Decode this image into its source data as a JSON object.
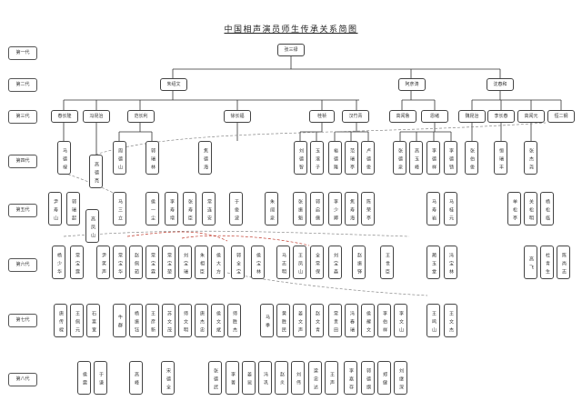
{
  "title": "中国相声演员师生传承关系简图",
  "generations": [
    "第一代",
    "第二代",
    "第三代",
    "第四代",
    "第五代",
    "第六代",
    "第七代",
    "第八代"
  ],
  "gen1": [
    {
      "name": "张三禄"
    }
  ],
  "gen2": [
    {
      "name": "朱绍文"
    },
    {
      "name": "阿彦涛"
    },
    {
      "name": "沈春和"
    }
  ],
  "gen3": [
    {
      "name": "春长隆"
    },
    {
      "name": "冯昆治"
    },
    {
      "name": "范长利"
    },
    {
      "name": "徐长福"
    },
    {
      "name": "桂祯"
    },
    {
      "name": "汉竹青"
    },
    {
      "name": "恩绪"
    },
    {
      "name": "高闻鲁"
    },
    {
      "name": "魏昆治"
    },
    {
      "name": "李长春"
    },
    {
      "name": "高闻元"
    },
    {
      "name": "恒二钢"
    }
  ],
  "gen4": [
    {
      "name": "马德禄"
    },
    {
      "name": "高德亮"
    },
    {
      "name": "周德山"
    },
    {
      "name": "郭瑞林"
    },
    {
      "name": "焦德海"
    },
    {
      "name": "刘德智"
    },
    {
      "name": "玉滚子"
    },
    {
      "name": "裕德隆"
    },
    {
      "name": "范瑞亭"
    },
    {
      "name": "卢德俊"
    },
    {
      "name": "张德泉"
    },
    {
      "name": "高玉峰"
    },
    {
      "name": "李德祥"
    },
    {
      "name": "李德钖"
    },
    {
      "name": "张伯俊"
    },
    {
      "name": "恒瑞丰"
    },
    {
      "name": "张杰尧"
    }
  ],
  "gen5": [
    {
      "name": "尹寿山"
    },
    {
      "name": "郭瑞起"
    },
    {
      "name": "高凤山"
    },
    {
      "name": "马三立"
    },
    {
      "name": "侯一尘"
    },
    {
      "name": "李寿增"
    },
    {
      "name": "张寿臣"
    },
    {
      "name": "常连安"
    },
    {
      "name": "于俊波"
    },
    {
      "name": "朱阔泉"
    },
    {
      "name": "张振魁"
    },
    {
      "name": "郭启儒"
    },
    {
      "name": "李少卿"
    },
    {
      "name": "焦寿海"
    },
    {
      "name": "陈荣亭"
    },
    {
      "name": "马寿岩"
    },
    {
      "name": "马桂元"
    },
    {
      "name": "单松亭"
    },
    {
      "name": "关松明"
    },
    {
      "name": "杨松临"
    }
  ],
  "gen6": [
    {
      "name": "杨少华"
    },
    {
      "name": "常宝霆"
    },
    {
      "name": "尹笑声"
    },
    {
      "name": "常宝华"
    },
    {
      "name": "赵佩茹"
    },
    {
      "name": "常宝霖"
    },
    {
      "name": "常宝堃"
    },
    {
      "name": "刘宝瑞"
    },
    {
      "name": "朱相臣"
    },
    {
      "name": "侯大方"
    },
    {
      "name": "郭全宝"
    },
    {
      "name": "侯宝林"
    },
    {
      "name": "马志明"
    },
    {
      "name": "王凤山"
    },
    {
      "name": "全常保"
    },
    {
      "name": "刘宝森"
    },
    {
      "name": "赵振铎"
    },
    {
      "name": "王世臣"
    },
    {
      "name": "蔺玉堂"
    },
    {
      "name": "冯宝林"
    },
    {
      "name": "高飞"
    },
    {
      "name": "杜青生"
    },
    {
      "name": "陈尚志"
    }
  ],
  "gen7": [
    {
      "name": "唐传樑"
    },
    {
      "name": "王佩元"
    },
    {
      "name": "石富宽"
    },
    {
      "name": "牛群"
    },
    {
      "name": "杨振钰"
    },
    {
      "name": "王彦新"
    },
    {
      "name": "苏文茂"
    },
    {
      "name": "师文明"
    },
    {
      "name": "唐杰忠"
    },
    {
      "name": "侯文斌"
    },
    {
      "name": "师胜杰"
    },
    {
      "name": "马季"
    },
    {
      "name": "黄胜民"
    },
    {
      "name": "姜文声"
    },
    {
      "name": "赵文青"
    },
    {
      "name": "常贵田"
    },
    {
      "name": "冯春瑞"
    },
    {
      "name": "侯耀文"
    },
    {
      "name": "李伯祥"
    },
    {
      "name": "李文山"
    },
    {
      "name": "王鸣山"
    },
    {
      "name": "王文杰"
    }
  ],
  "gen8": [
    {
      "name": "侯震"
    },
    {
      "name": "于谦"
    },
    {
      "name": "高峰"
    },
    {
      "name": "宋德全"
    },
    {
      "name": "张德武"
    },
    {
      "name": "李菁"
    },
    {
      "name": "姜昆"
    },
    {
      "name": "冯巩"
    },
    {
      "name": "赵炎"
    },
    {
      "name": "刘伟"
    },
    {
      "name": "梁忠达"
    },
    {
      "name": "王声"
    },
    {
      "name": "李嘉存"
    },
    {
      "name": "郭德纲"
    },
    {
      "name": "郑健"
    },
    {
      "name": "刘继深"
    }
  ],
  "colors": {
    "line": "#333333",
    "dashed": "#888888",
    "red_link": "#c0392b",
    "border": "#444444"
  }
}
